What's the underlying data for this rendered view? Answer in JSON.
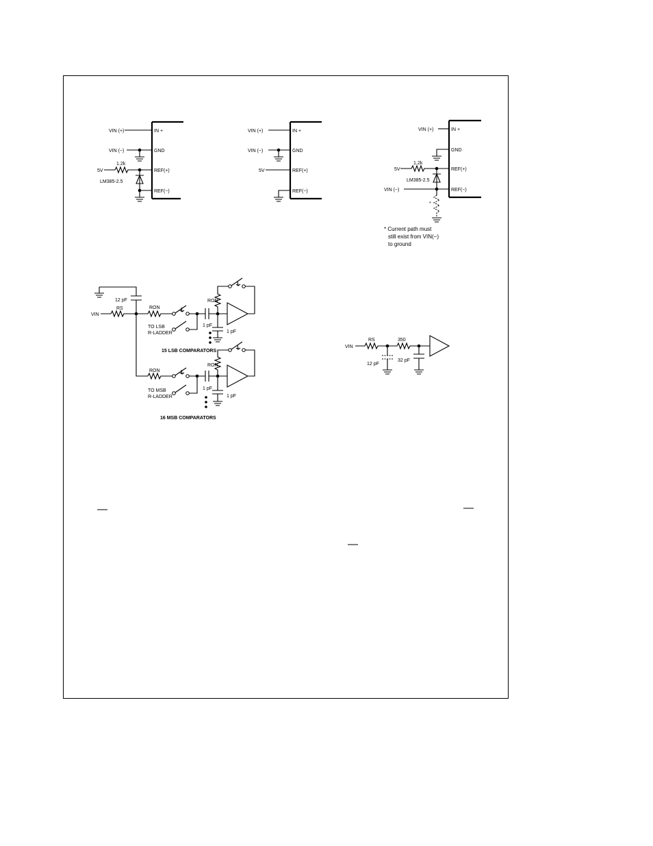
{
  "figures": {
    "fig1": {
      "vin_plus": "VIN (+)",
      "vin_minus": "VIN (−)",
      "supply": "5V",
      "resistor": "1.2k",
      "reference_part": "LM385-2.5",
      "pin_in_plus": "IN +",
      "pin_gnd": "GND",
      "pin_ref_plus": "REF(+)",
      "pin_ref_minus": "REF(−)"
    },
    "fig2": {
      "vin_plus": "VIN (+)",
      "vin_minus": "VIN (−)",
      "supply": "5V",
      "pin_in_plus": "IN +",
      "pin_gnd": "GND",
      "pin_ref_plus": "REF(+)",
      "pin_ref_minus": "REF(−)"
    },
    "fig3": {
      "vin_plus": "VIN (+)",
      "vin_minus": "VIN (−)",
      "supply": "5V",
      "resistor": "1.2k",
      "reference_part": "LM385-2.5",
      "pin_in_plus": "IN +",
      "pin_gnd": "GND",
      "pin_ref_plus": "REF(+)",
      "pin_ref_minus": "REF(−)",
      "asterisk": "*",
      "note_line1": "* Current path must",
      "note_line2": "still exist from VIN(−)",
      "note_line3": "to ground"
    },
    "fig4": {
      "cap_top": "12 pF",
      "rs": "RS",
      "vin": "VIN",
      "ron_1": "RON",
      "ron_2": "RON",
      "ron_3": "RON",
      "ron_4": "RON",
      "cap_1pf_a": "1 pF",
      "cap_1pf_b": "1 pF",
      "cap_1pf_c": "1 pF",
      "cap_1pf_d": "1 pF",
      "lsb_ladder_1": "TO LSB",
      "lsb_ladder_2": "R-LADDER",
      "lsb_caption": "15 LSB COMPARATORS",
      "msb_ladder_1": "TO MSB",
      "msb_ladder_2": "R-LADDER",
      "msb_caption": "16 MSB COMPARATORS"
    },
    "fig5": {
      "vin": "VIN",
      "rs": "RS",
      "r350": "350",
      "cap_12pf": "12 pF",
      "cap_32pf": "32 pF"
    }
  },
  "overbars": [
    "",
    "",
    ""
  ]
}
